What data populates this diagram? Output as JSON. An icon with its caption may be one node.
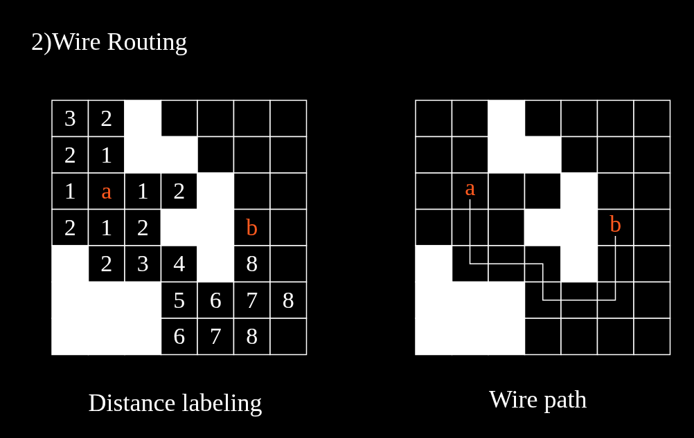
{
  "diagram": {
    "title": "2)Wire Routing",
    "nodes": [
      {
        "text": [
          "a"
        ]
      },
      {
        "text": [
          "b"
        ]
      }
    ],
    "edges": [
      {
        "from": 0,
        "to": 1,
        "arrow": "none"
      }
    ],
    "labels": [
      "3",
      "2",
      "2",
      "1",
      "1",
      "a",
      "1",
      "2",
      "2",
      "1",
      "2",
      "b",
      "2",
      "3",
      "4",
      "8",
      "5",
      "6",
      "7",
      "8",
      "6",
      "7",
      "8",
      "Distance labeling",
      "Wire path"
    ]
  }
}
